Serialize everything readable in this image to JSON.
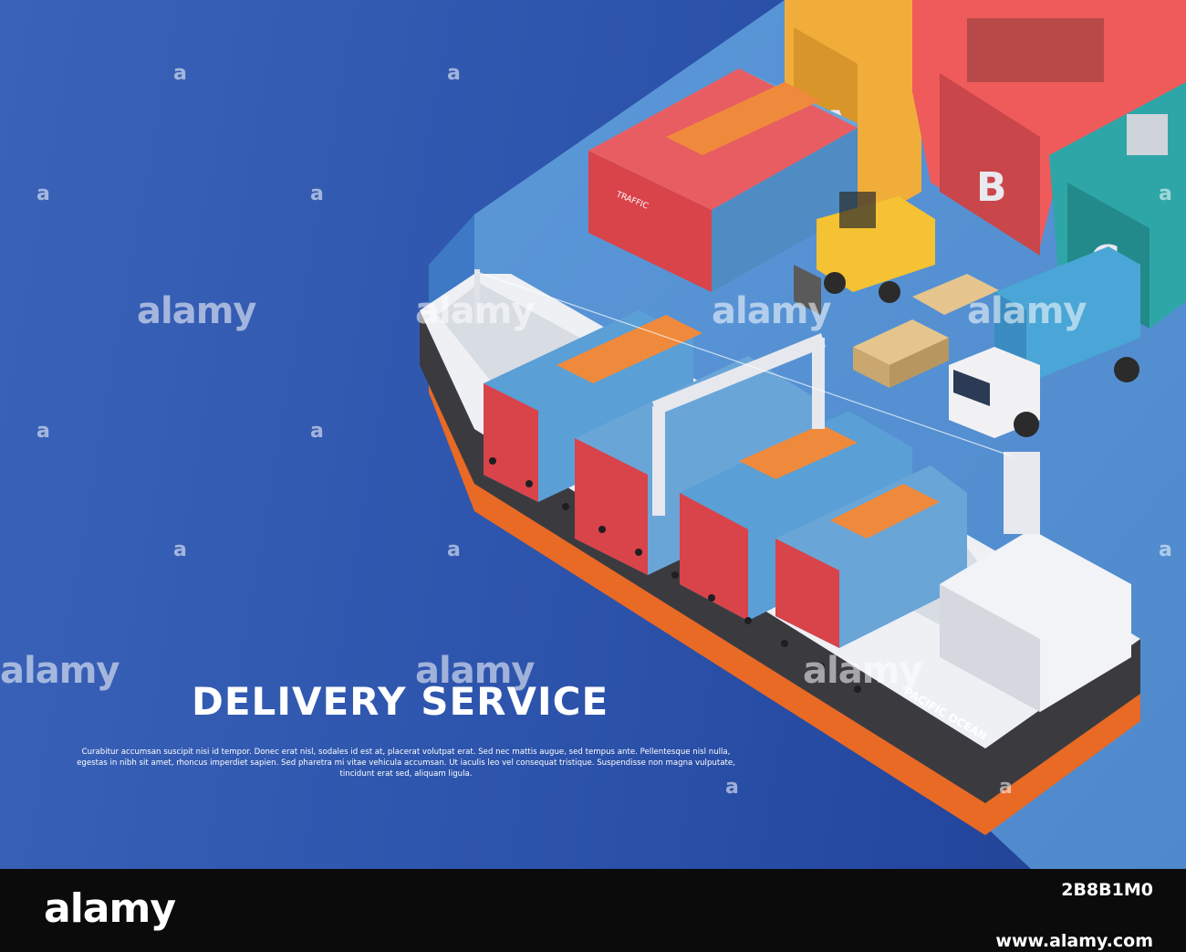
{
  "poster": {
    "title": "DELIVERY SERVICE",
    "body": "Curabitur accumsan suscipit nisi id tempor. Donec erat nisl, sodales id est at, placerat volutpat erat. Sed nec mattis augue, sed tempus ante. Pellentesque nisl nulla, egestas in nibh sit amet, rhoncus imperdiet sapien. Sed pharetra mi vitae vehicula accumsan. Ut iaculis leo vel consequat tristique. Suspendisse non magna vulputate, tincidunt erat sed, aliquam ligula.",
    "background_color": "#2f57ad"
  },
  "illustration": {
    "warehouse_labels": [
      "A",
      "B",
      "C"
    ],
    "container_label": "TRAFFIC",
    "ship_name": "PACIFIC OCEAN",
    "colors": {
      "container_red": "#d9434a",
      "container_blue": "#5a9fd6",
      "container_orange": "#ef8a3c",
      "warehouse_yellow": "#f0ad3a",
      "warehouse_red": "#ef5b5b",
      "warehouse_teal": "#2ea6a8",
      "forklift": "#f4c232",
      "hull_dark": "#3b3b3f",
      "hull_orange": "#e86a25"
    }
  },
  "watermark": {
    "word": "alamy",
    "glyph": "a"
  },
  "footer": {
    "logo": "alamy",
    "image_id": "2B8B1M0",
    "site": "www.alamy.com"
  }
}
